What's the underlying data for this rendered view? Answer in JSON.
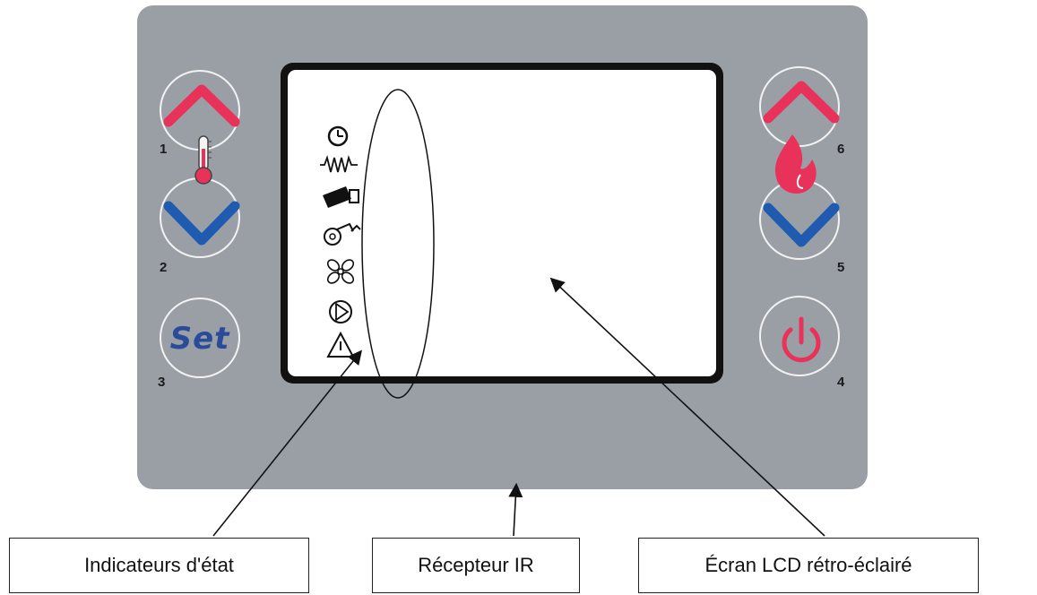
{
  "buttons": {
    "left_up": {
      "number": "1",
      "icon": "chevron-up-icon"
    },
    "left_down": {
      "number": "2",
      "icon": "chevron-down-icon"
    },
    "set": {
      "number": "3",
      "label": "Set"
    },
    "power": {
      "number": "4",
      "icon": "power-icon"
    },
    "right_down": {
      "number": "5",
      "icon": "chevron-down-icon"
    },
    "right_up": {
      "number": "6",
      "icon": "chevron-up-icon"
    }
  },
  "status_icons": [
    "clock-icon",
    "resistance-icon",
    "pellet-feeder-icon",
    "extraction-fan-icon",
    "fan-icon",
    "pump-icon",
    "warning-icon"
  ],
  "callouts": {
    "status": "Indicateurs d'état",
    "ir": "Récepteur IR",
    "lcd": "Écran LCD rétro-éclairé"
  },
  "colors": {
    "panel": "#9a9fa6",
    "up_arrow": "#e8325a",
    "down_arrow": "#1f5bb0",
    "set_text": "#2a4a9a",
    "power": "#e8325a"
  }
}
